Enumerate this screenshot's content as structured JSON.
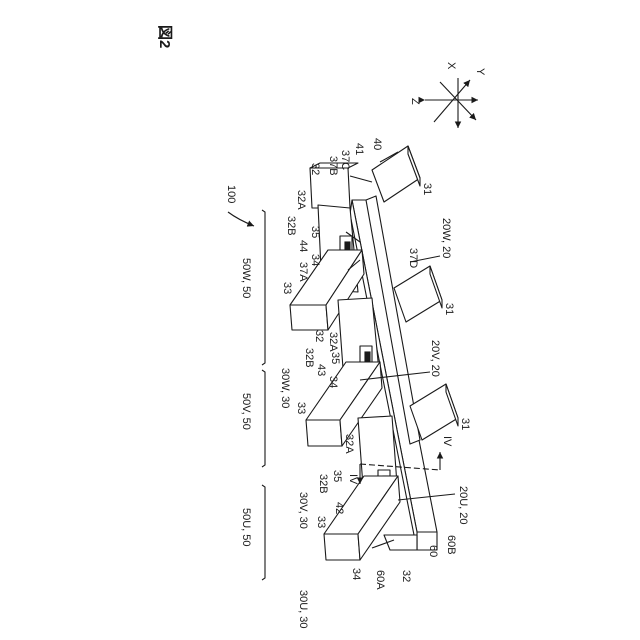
{
  "figure": {
    "title": "図2"
  },
  "axes": {
    "x": "X",
    "y": "Y",
    "z": "Z"
  },
  "assembly_label": "100",
  "groups": [
    {
      "id": "w",
      "label": "50W, 50"
    },
    {
      "id": "v",
      "label": "50V, 50"
    },
    {
      "id": "u",
      "label": "50U, 50"
    }
  ],
  "labels": {
    "l31a": "31",
    "l31b": "31",
    "l31c": "31",
    "l40": "40",
    "l41": "41",
    "l37c": "37C",
    "l37b": "37B",
    "l32w": "32",
    "l32aw": "32A",
    "l32bw": "32B",
    "l35w": "35",
    "l44": "44",
    "l34w": "34",
    "l37a": "37A",
    "l33w": "33",
    "l37d": "37D",
    "l20w": "20W, 20",
    "l30w": "30W, 30",
    "l32bv": "32B",
    "l32v": "32",
    "l32av": "32A",
    "l35v": "35",
    "l43": "43",
    "l34v": "34",
    "l33v": "33",
    "l20v": "20V, 20",
    "l32au": "32A",
    "l32bu": "32B",
    "l35u": "35",
    "l30v": "30V, 30",
    "l42": "42",
    "l33u": "33",
    "l20u": "20U, 20",
    "l34u": "34",
    "l60a": "60A",
    "l32u": "32",
    "l60": "60",
    "l60b": "60B",
    "l30u": "30U, 30",
    "liv1": "IV",
    "liv2": "IV"
  },
  "colors": {
    "ink": "#1a1a1a",
    "paper": "#ffffff"
  }
}
